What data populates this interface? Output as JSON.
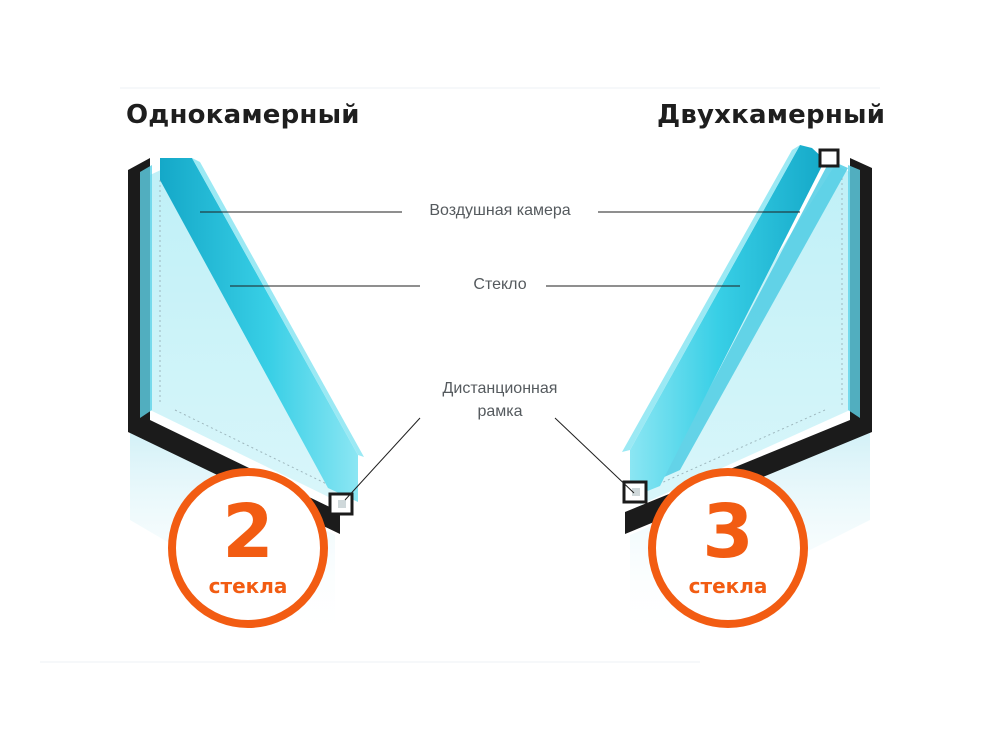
{
  "titles": {
    "left": "Однокамерный",
    "right": "Двухкамерный"
  },
  "callouts": {
    "air_chamber": "Воздушная камера",
    "glass": "Стекло",
    "spacer_line1": "Дистанционная",
    "spacer_line2": "рамка"
  },
  "badges": {
    "left": {
      "number": "2",
      "word": "стекла"
    },
    "right": {
      "number": "3",
      "word": "стекла"
    }
  },
  "colors": {
    "accent": "#f25c12",
    "glass": "#2fc3dd",
    "glass_edge": "#8fe6f2",
    "frame": "#1b1b1b",
    "title_text": "#1e1e1e",
    "label_text": "#555a5e"
  }
}
